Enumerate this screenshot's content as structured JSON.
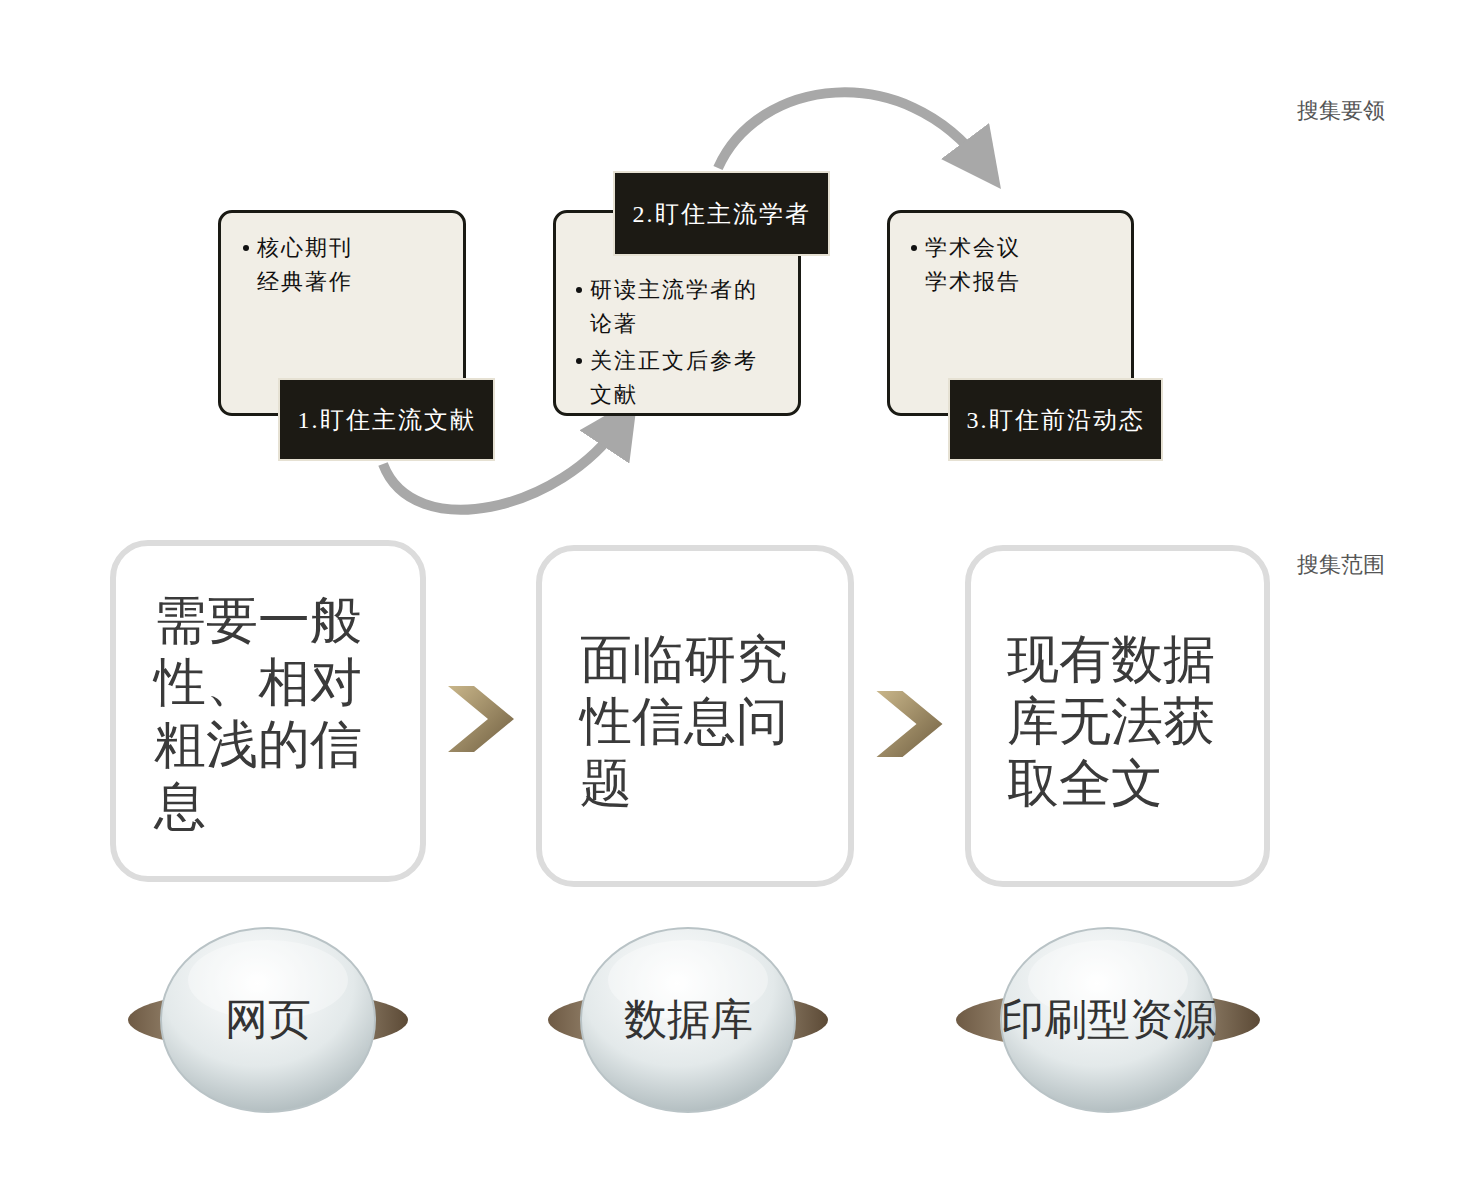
{
  "diagram": {
    "nodes": [
      {
        "text": [
          "1.盯住主流文献",
          "核心期刊 经典著作"
        ]
      },
      {
        "text": [
          "2.盯住主流学者",
          "研读主流学者的论著",
          "关注正文后参考文献"
        ]
      },
      {
        "text": [
          "3.盯住前沿动态",
          "学术会议 学术报告"
        ]
      },
      {
        "text": [
          "需要一般性、相对粗浅的信息"
        ]
      },
      {
        "text": [
          "面临研究性信息问题"
        ]
      },
      {
        "text": [
          "现有数据库无法获取全文"
        ]
      },
      {
        "text": [
          "网页"
        ]
      },
      {
        "text": [
          "数据库"
        ]
      },
      {
        "text": [
          "印刷型资源"
        ]
      }
    ],
    "edges": [
      {
        "from": 0,
        "to": 1,
        "arrow": "to"
      },
      {
        "from": 1,
        "to": 2,
        "arrow": "to"
      },
      {
        "from": 3,
        "to": 4,
        "arrow": "to"
      },
      {
        "from": 4,
        "to": 5,
        "arrow": "to"
      }
    ],
    "labels": [
      "搜集要领",
      "搜集范围"
    ]
  }
}
